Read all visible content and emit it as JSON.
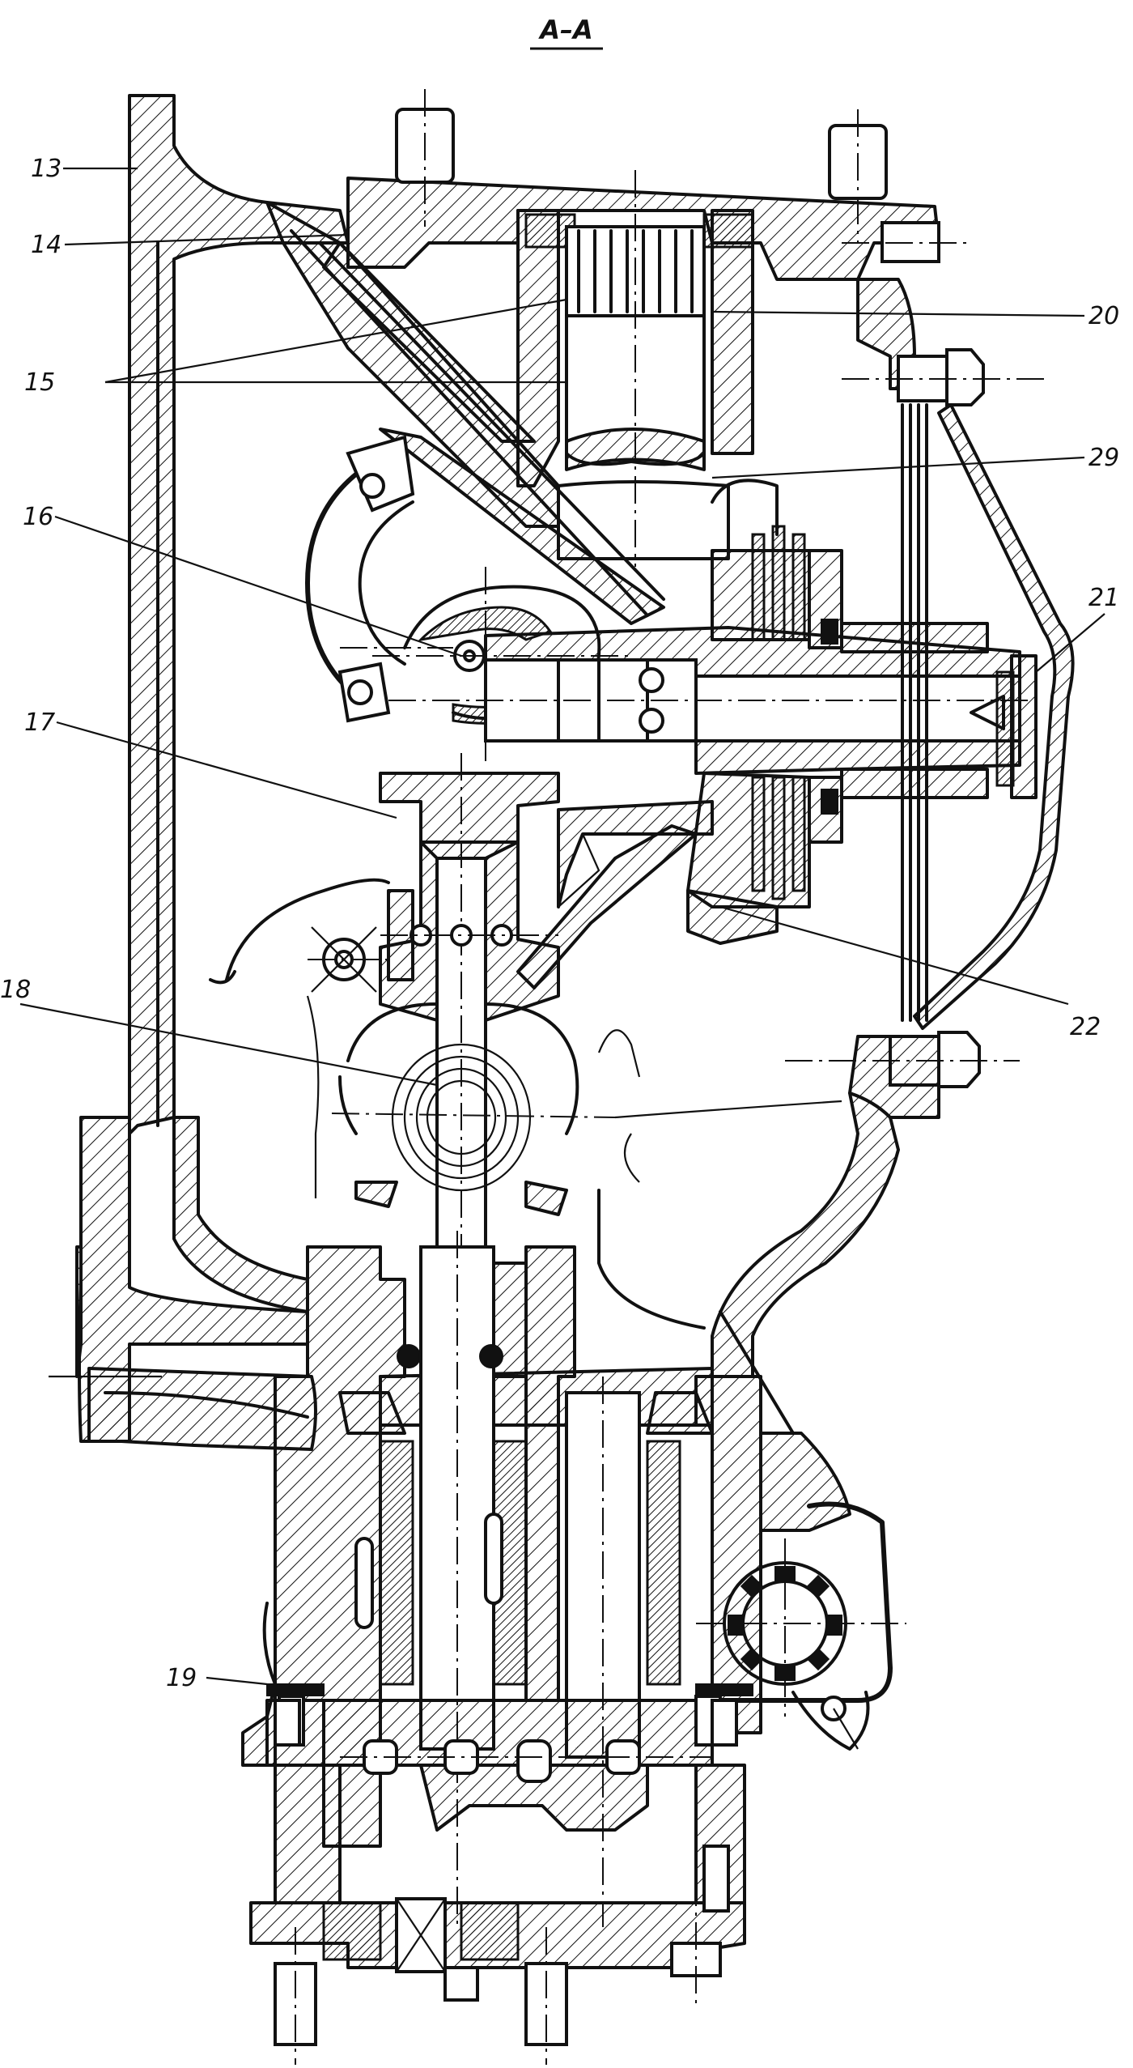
{
  "section_title": "A–A",
  "callouts": [
    {
      "id": "13",
      "text": "13"
    },
    {
      "id": "14",
      "text": "14"
    },
    {
      "id": "15",
      "text": "15"
    },
    {
      "id": "16",
      "text": "16"
    },
    {
      "id": "17",
      "text": "17"
    },
    {
      "id": "18",
      "text": "18"
    },
    {
      "id": "19",
      "text": "19"
    },
    {
      "id": "20",
      "text": "20"
    },
    {
      "id": "29",
      "text": "29"
    },
    {
      "id": "21",
      "text": "21"
    },
    {
      "id": "22",
      "text": "22"
    }
  ]
}
